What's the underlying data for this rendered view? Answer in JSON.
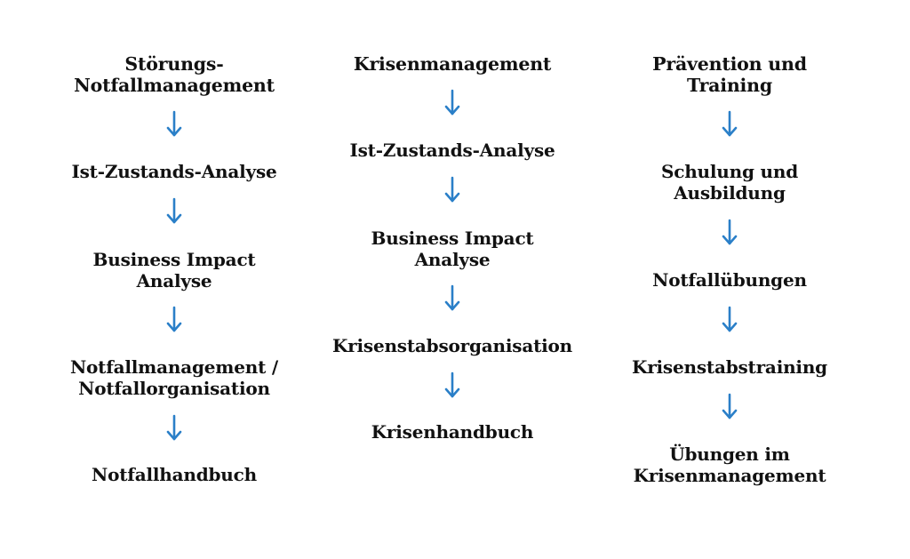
{
  "columns": [
    {
      "heading": "Störungs-\nNotfallmanagement",
      "steps": [
        "Ist-Zustands-Analyse",
        "Business Impact\nAnalyse",
        "Notfallmanagement /\nNotfallorganisation",
        "Notfallhandbuch"
      ]
    },
    {
      "heading": "Krisenmanagement",
      "steps": [
        "Ist-Zustands-Analyse",
        "Business Impact\nAnalyse",
        "Krisenstabsorganisation",
        "Krisenhandbuch"
      ]
    },
    {
      "heading": "Prävention und\nTraining",
      "steps": [
        "Schulung und\nAusbildung",
        "Notfallübungen",
        "Krisenstabstraining",
        "Übungen im\nKrisenmanagement"
      ]
    }
  ],
  "colors": {
    "arrow": "#2a7fc8",
    "text": "#111111",
    "background": "#ffffff"
  },
  "icons": {
    "arrow": "arrow-down-icon"
  }
}
